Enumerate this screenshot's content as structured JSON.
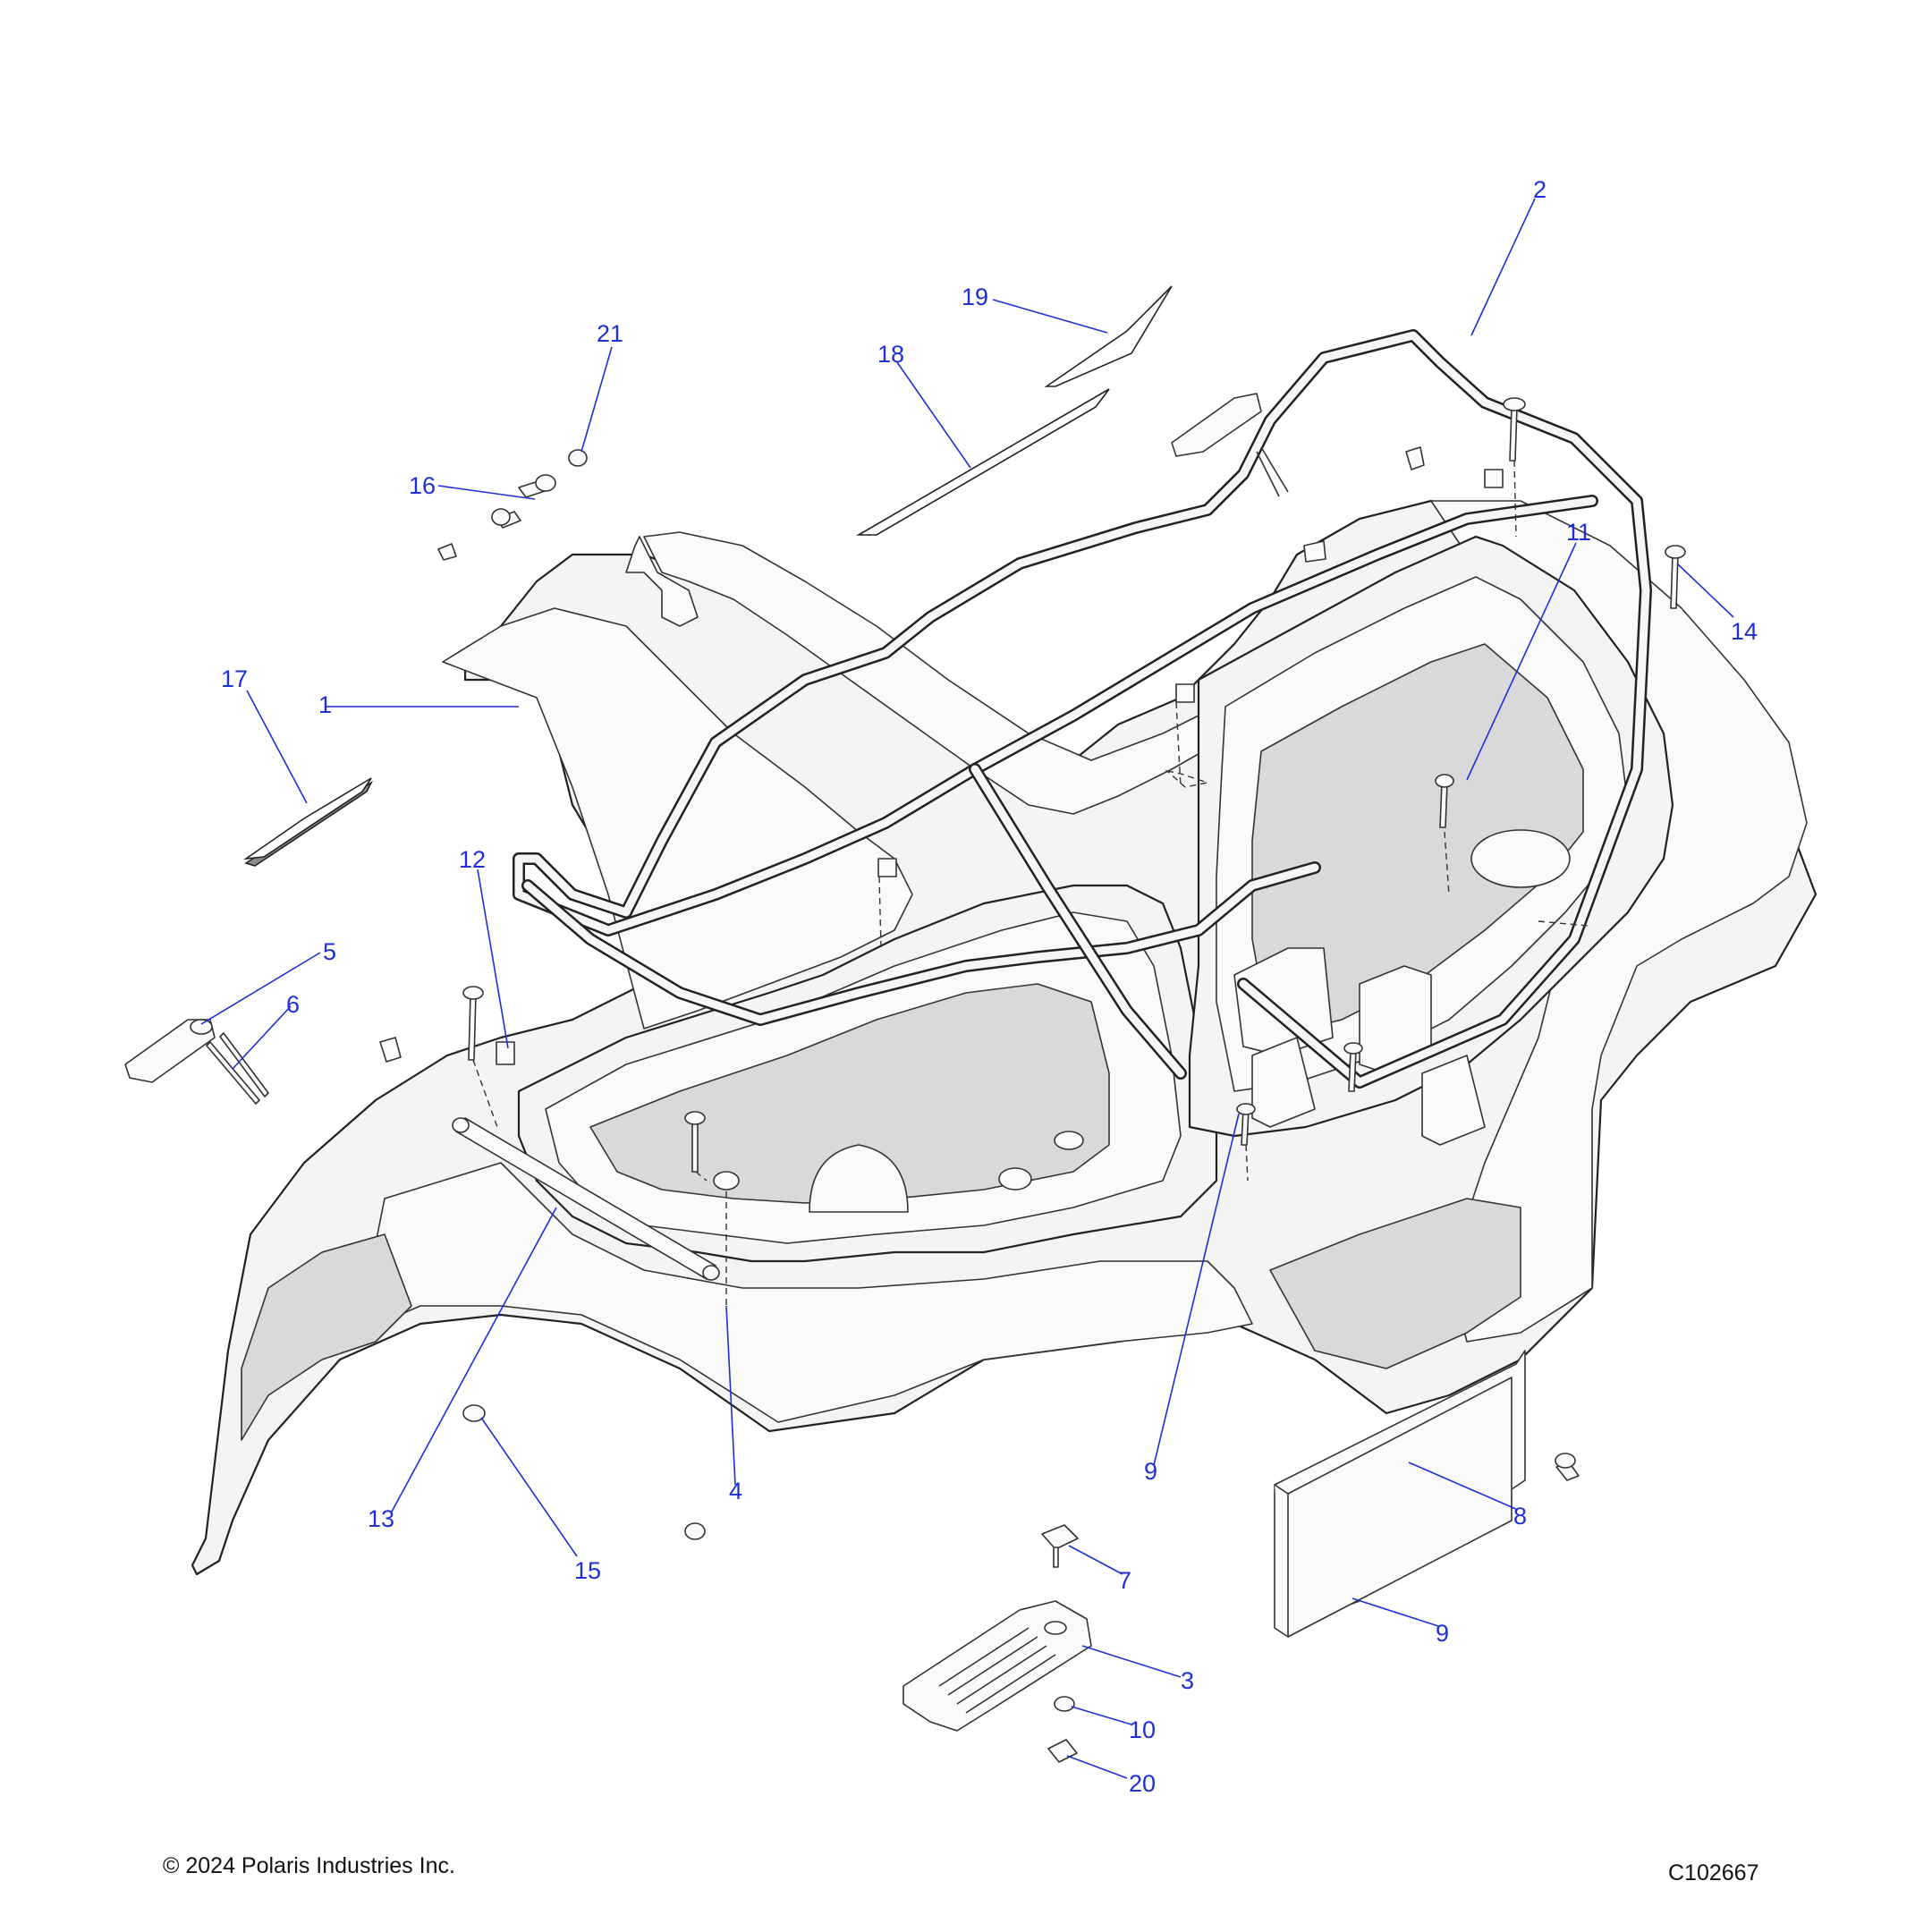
{
  "callouts": [
    {
      "label": "1",
      "target": "rear-cab-body"
    },
    {
      "label": "2",
      "target": "rear-rack"
    },
    {
      "label": "3",
      "target": "access-cover"
    },
    {
      "label": "4",
      "target": "push-rivet"
    },
    {
      "label": "5",
      "target": "latch-handle"
    },
    {
      "label": "6",
      "target": "pin"
    },
    {
      "label": "7",
      "target": "fastener"
    },
    {
      "label": "8",
      "target": "bracket"
    },
    {
      "label": "9",
      "target": "screw"
    },
    {
      "label": "9",
      "target": "screw"
    },
    {
      "label": "10",
      "target": "washer"
    },
    {
      "label": "11",
      "target": "screw"
    },
    {
      "label": "12",
      "target": "bumper"
    },
    {
      "label": "13",
      "target": "tube"
    },
    {
      "label": "14",
      "target": "screw"
    },
    {
      "label": "15",
      "target": "grommet"
    },
    {
      "label": "16",
      "target": "screw"
    },
    {
      "label": "17",
      "target": "decal"
    },
    {
      "label": "18",
      "target": "decal"
    },
    {
      "label": "19",
      "target": "decal"
    },
    {
      "label": "20",
      "target": "nut"
    },
    {
      "label": "21",
      "target": "grommet"
    }
  ],
  "footer": {
    "copyright": "© 2024 Polaris Industries Inc.",
    "drawing_id": "C102667"
  }
}
